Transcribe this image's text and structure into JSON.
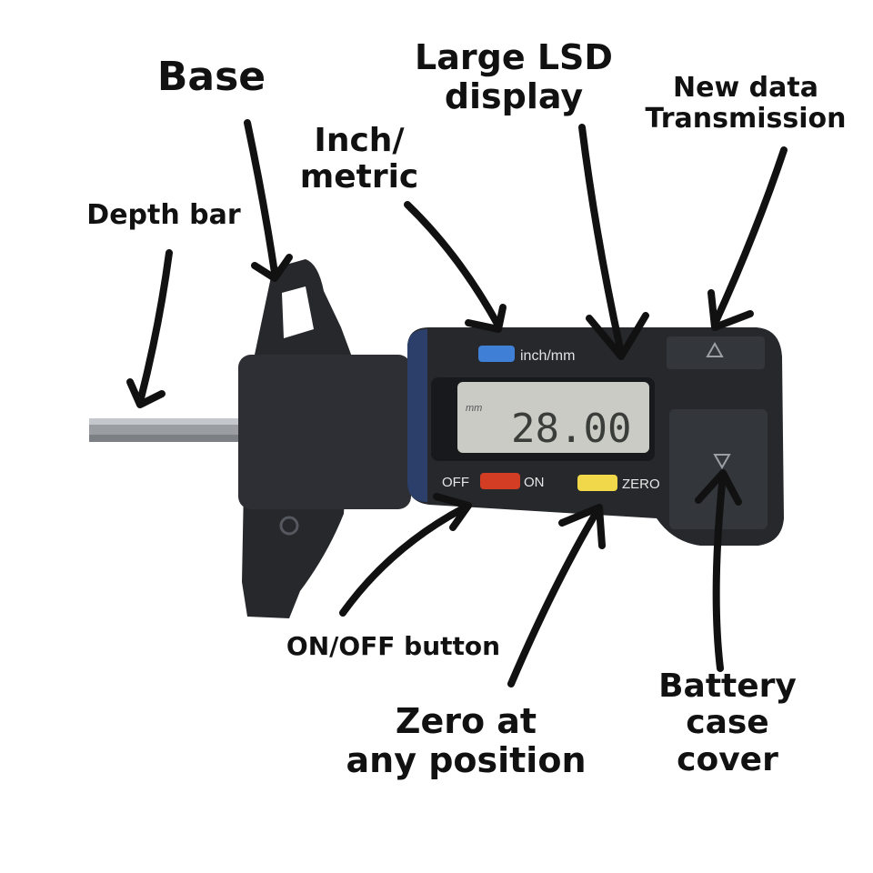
{
  "device": {
    "button_label_top": "inch/mm",
    "display_unit": "mm",
    "display_value": "28.00",
    "off_label": "OFF",
    "on_label": "ON",
    "zero_label": "ZERO",
    "colors": {
      "body": "#2a2c31",
      "bezel": "#1c1e22",
      "bezel_accent": "#2c3f6b",
      "lcd_bg": "#c9cbc4",
      "lcd_digits": "#3b3d3a",
      "inch_mm_button": "#3f7fd6",
      "on_off_button": "#d23d24",
      "zero_button": "#f0d84a",
      "depth_bar": "#9a9da2"
    }
  },
  "callouts": {
    "base": [
      "Base"
    ],
    "large_display": [
      "Large LSD",
      "display"
    ],
    "new_data": [
      "New data",
      "Transmission"
    ],
    "inch_metric": [
      "Inch/",
      "metric"
    ],
    "depth_bar": [
      "Depth bar"
    ],
    "on_off": [
      "ON/OFF button"
    ],
    "zero": [
      "Zero at",
      "any position"
    ],
    "battery": [
      "Battery",
      "case",
      "cover"
    ]
  }
}
